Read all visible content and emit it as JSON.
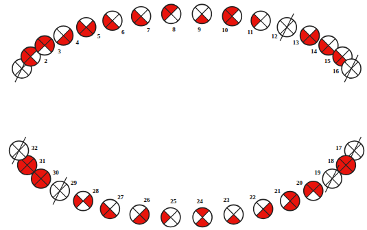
{
  "diagram": {
    "labels": [
      "2",
      "3",
      "4",
      "5",
      "6",
      "7",
      "8",
      "9",
      "10",
      "11",
      "12",
      "13",
      "14",
      "15",
      "16",
      "32",
      "31",
      "30",
      "29",
      "28",
      "27",
      "26",
      "25",
      "24",
      "23",
      "22",
      "21",
      "20",
      "19",
      "18",
      "17"
    ]
  }
}
